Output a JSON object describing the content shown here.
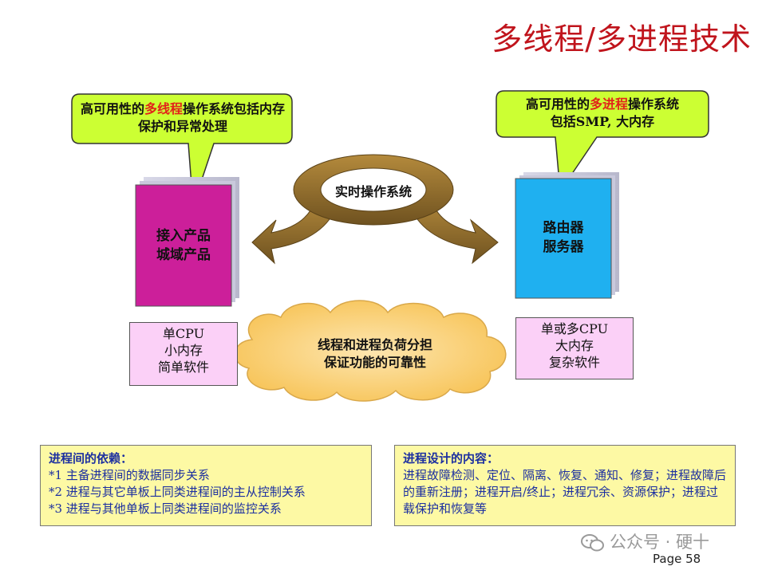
{
  "title": "多线程/多进程技术",
  "left_callout": {
    "prefix": "高可用性的",
    "highlight": "多线程",
    "suffix": "操作系统包括内存保护和异常处理"
  },
  "right_callout": {
    "prefix": "高可用性的",
    "highlight": "多进程",
    "suffix1": "操作系统",
    "line2": "包括SMP, 大内存"
  },
  "center_ring": "实时操作系统",
  "left_box": {
    "line1": "接入产品",
    "line2": "城域产品"
  },
  "right_box": {
    "line1": "路由器",
    "line2": "服务器"
  },
  "left_spec": {
    "line1": "单CPU",
    "line2": "小内存",
    "line3": "简单软件"
  },
  "right_spec": {
    "line1": "单或多CPU",
    "line2": "大内存",
    "line3": "复杂软件"
  },
  "cloud": {
    "line1": "线程和进程负荷分担",
    "line2": "保证功能的可靠性"
  },
  "note_left": {
    "heading": "进程间的依赖：",
    "items": [
      "*1 主备进程间的数据同步关系",
      "*2 进程与其它单板上同类进程间的主从控制关系",
      "*3 进程与其他单板上同类进程间的监控关系"
    ]
  },
  "note_right": {
    "heading": "进程设计的内容：",
    "body": "进程故障检测、定位、隔离、恢复、通知、修复；进程故障后的重新注册；进程开启/终止；进程冗余、资源保护；进程过载保护和恢复等"
  },
  "watermark": "公众号 · 硬十",
  "page_number": "Page 58",
  "colors": {
    "title": "#c0141c",
    "callout_fill": "#ccff33",
    "left_box": "#cc1f9a",
    "right_box": "#1fb0f0",
    "spec_fill": "#fbd0f7",
    "arrow": "#8a6a2a",
    "cloud": "#fbd27a",
    "note_fill": "#fdf9a4",
    "note_text": "#1c2fa0"
  }
}
